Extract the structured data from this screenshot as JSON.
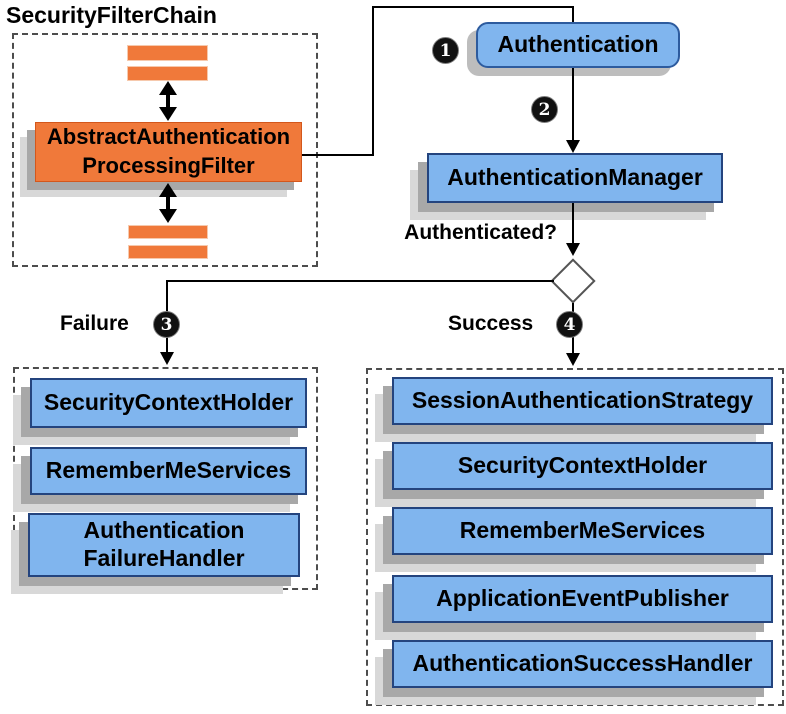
{
  "diagram": {
    "title": "SecurityFilterChain",
    "filter_chain": {
      "filter_label": "AbstractAuthentication\nProcessingFilter"
    },
    "flow": {
      "authentication_label": "Authentication",
      "authentication_manager_label": "AuthenticationManager",
      "authenticated_question": "Authenticated?",
      "failure_label": "Failure",
      "success_label": "Success",
      "step1": "1",
      "step2": "2",
      "step3": "3",
      "step4": "4"
    },
    "failure_handlers": [
      "SecurityContextHolder",
      "RememberMeServices",
      "Authentication\nFailureHandler"
    ],
    "success_handlers": [
      "SessionAuthenticationStrategy",
      "SecurityContextHolder",
      "RememberMeServices",
      "ApplicationEventPublisher",
      "AuthenticationSuccessHandler"
    ],
    "colors": {
      "blue_fill": "#80b5ee",
      "blue_border": "#24447e",
      "round_border": "#2d5b9e",
      "orange_fill": "#f0793a",
      "orange_border": "#d3571c",
      "shadow_near": "#a8a8a8",
      "shadow_far": "#d8d8d8",
      "line": "#000000",
      "badge_bg": "#111111"
    }
  }
}
